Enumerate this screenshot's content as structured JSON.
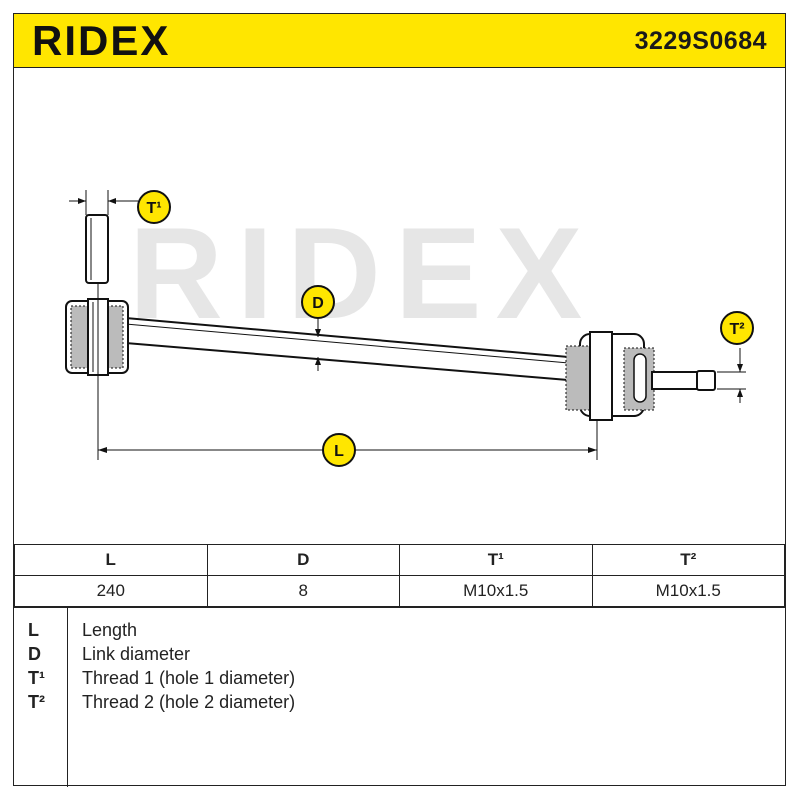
{
  "header": {
    "brand": "RIDEX",
    "part_number": "3229S0684",
    "background_color": "#FFE600"
  },
  "drawing": {
    "watermark": "RIDEX",
    "labels": {
      "t1": "T¹",
      "t2": "T²",
      "d": "D",
      "l": "L"
    }
  },
  "specs": {
    "headers": [
      "L",
      "D",
      "T¹",
      "T²"
    ],
    "values": [
      "240",
      "8",
      "M10x1.5",
      "M10x1.5"
    ]
  },
  "legend": [
    {
      "key": "L",
      "text": "Length"
    },
    {
      "key": "D",
      "text": "Link diameter"
    },
    {
      "key": "T¹",
      "text": "Thread 1 (hole 1 diameter)"
    },
    {
      "key": "T²",
      "text": "Thread 2 (hole 2 diameter)"
    }
  ]
}
